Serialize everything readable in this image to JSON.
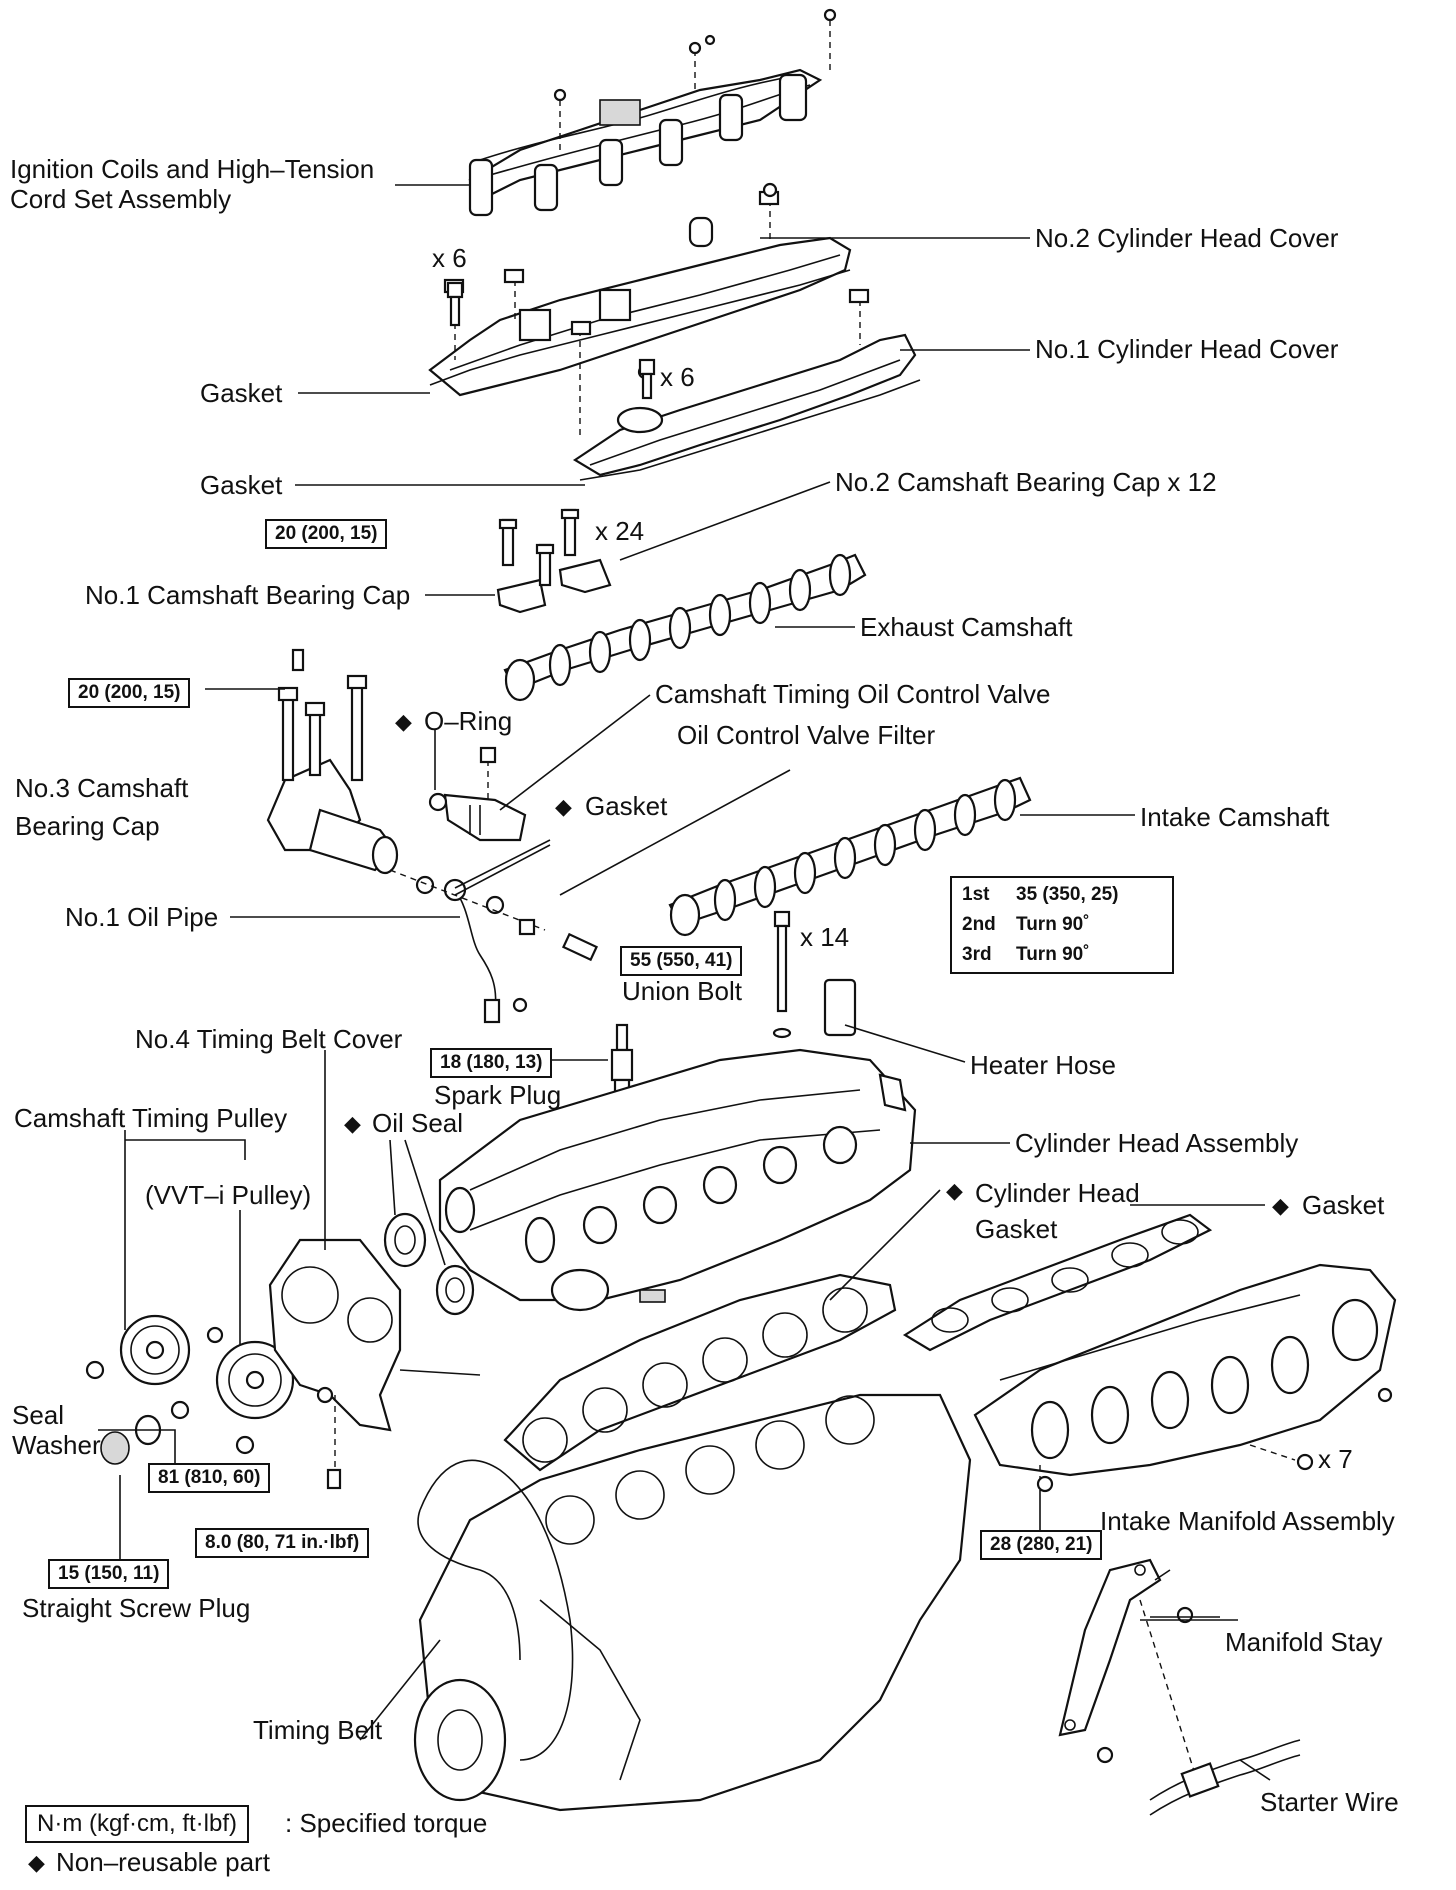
{
  "labels": {
    "ignition_coils": "Ignition Coils and High–Tension Cord Set Assembly",
    "no2_head_cover": "No.2 Cylinder Head Cover",
    "no1_head_cover": "No.1 Cylinder Head Cover",
    "gasket_upper": "Gasket",
    "gasket_lower": "Gasket",
    "no2_cam_cap": "No.2 Camshaft Bearing Cap x 12",
    "no1_cam_cap": "No.1 Camshaft Bearing Cap",
    "exhaust_camshaft": "Exhaust Camshaft",
    "ocv": "Camshaft Timing Oil Control Valve",
    "oring": "O–Ring",
    "ocv_filter": "Oil Control Valve Filter",
    "no3_cam_cap": "No.3 Camshaft Bearing Cap",
    "gasket_ocv": "Gasket",
    "intake_camshaft": "Intake Camshaft",
    "no1_oil_pipe": "No.1 Oil Pipe",
    "union_bolt": "Union Bolt",
    "no4_timing_cover": "No.4 Timing Belt Cover",
    "heater_hose": "Heater Hose",
    "spark_plug": "Spark Plug",
    "cam_timing_pulley": "Camshaft Timing Pulley",
    "vvti_pulley": "(VVT–i Pulley)",
    "oil_seal": "Oil Seal",
    "cyl_head_assembly": "Cylinder Head Assembly",
    "cyl_head_gasket": "Cylinder Head Gasket",
    "gasket_intake": "Gasket",
    "seal_washer": "Seal Washer",
    "intake_manifold": "Intake Manifold Assembly",
    "straight_screw_plug": "Straight Screw Plug",
    "manifold_stay": "Manifold Stay",
    "timing_belt": "Timing Belt",
    "starter_wire": "Starter Wire"
  },
  "quantities": {
    "head_cover_bolts_a": "x 6",
    "head_cover_bolts_b": "x 6",
    "cam_cap_bolts": "x 24",
    "head_bolts": "x 14",
    "manifold_bolts": "x 7"
  },
  "torques": {
    "cam_cap": "20 (200, 15)",
    "no3_cap": "20 (200, 15)",
    "union_bolt": "55 (550, 41)",
    "spark_plug": "18 (180, 13)",
    "cam_pulley": "81 (810, 60)",
    "timing_cover": "8.0 (80, 71 in.·lbf)",
    "screw_plug": "15 (150, 11)",
    "manifold": "28 (280, 21)",
    "head_bolt_steps": [
      {
        "step": "1st",
        "value": "35 (350, 25)"
      },
      {
        "step": "2nd",
        "value": "Turn 90˚"
      },
      {
        "step": "3rd",
        "value": "Turn 90˚"
      }
    ]
  },
  "legend": {
    "torque_units": "N·m (kgf·cm, ft·lbf)",
    "torque_desc": ": Specified torque",
    "nonreusable_symbol": "◆",
    "nonreusable_desc": "Non–reusable part"
  }
}
